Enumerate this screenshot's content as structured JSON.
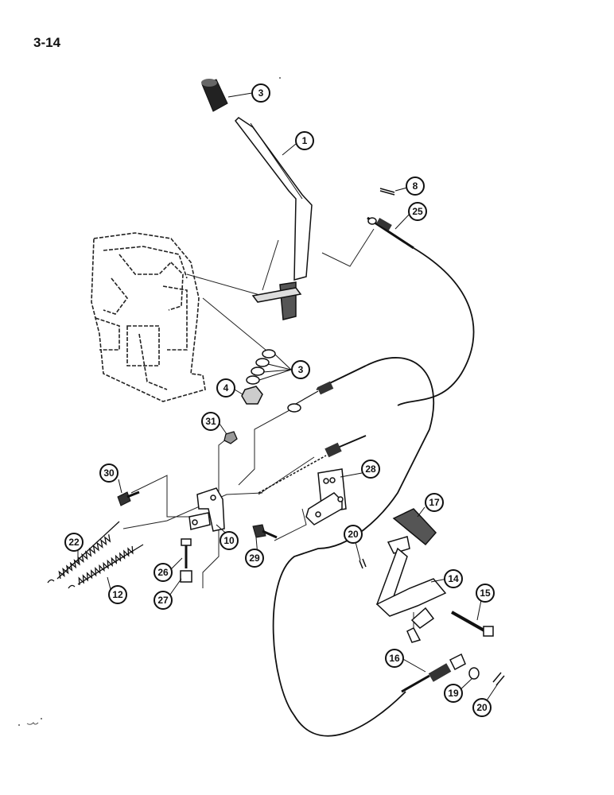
{
  "page": {
    "number": "3-14"
  },
  "callouts": [
    "3",
    "1",
    "8",
    "25",
    "3",
    "4",
    "31",
    "30",
    "28",
    "17",
    "20",
    "14",
    "15",
    "22",
    "12",
    "10",
    "26",
    "27",
    "29",
    "16",
    "19",
    "20"
  ]
}
